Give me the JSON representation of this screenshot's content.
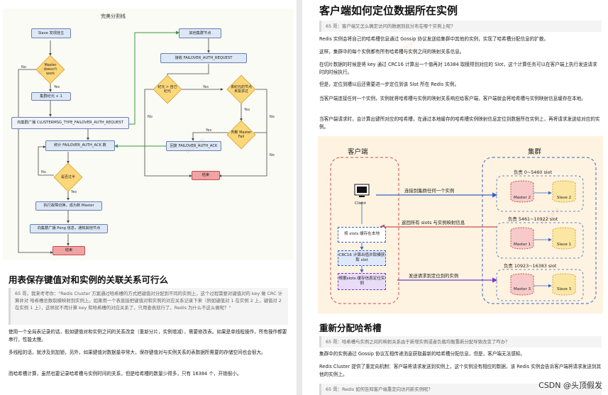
{
  "left": {
    "flow": {
      "title": "完美分割线",
      "nodes": {
        "slave_found": "Slave 发现挂主",
        "master_down": "Master doesn't work",
        "epoch": "集群纪元 + 1",
        "broadcast": "向集群广播 CLUSTERMSG_TYPE_FAILOVER_AUTH_REQUEST",
        "count_ack": "统计 FAILOVER_AUTH_ACK 数",
        "majority": "是否过半",
        "exec_failover": "执行故障切换，成为新 Master",
        "pong": "向集群广播 Pong 信息，通知其他节点",
        "end_left": "结束",
        "other_nodes": "其他集群节点",
        "recv_req": "接收 FAILOVER_AUTH_REQUEST",
        "epoch_cmp": "纪元 > 自己纪元",
        "already_voted": "该纪元的节点未投票过",
        "check_fail": "判断 Master Fail",
        "reply_ack": "回复 FAILOVER_AUTH_ACK",
        "end_right": "结束"
      },
      "labels": {
        "yes": "Yes",
        "no": "No"
      }
    },
    "section_title": "用表保存键值对和实例的关联关系可行么",
    "quote": "65 哥，我来考考你：\"Redis Cluster 方案通过哈希槽的方式把键值对分配到不同的实例上，这个过程需要对键值对的 key 做 CRC 计算并对 哈希槽总数取模映射到实例上。如果用一个表直接把键值对和实例的对应关系记录下来（例如键值对 1 在实例 2 上，键值对 2 在实例 1 上），这样就不用计算 key 和哈希槽的对应关系了，只用查表就行了，Redis 为什么不这么做呢？\"",
    "paragraphs": [
      "使用一个全局表记录的话，假如键值对和实例之间的关系改变（重新分片，实例增减），需要修改表。如果是单线程操作，所有操作都要串行，性能太慢。",
      "多线程的话，就涉及到加锁，另外，如果键值对数据量非常大，保存键值对与实例关系的表数据所需要的存储空间也会很大。",
      "而哈希槽计算，虽然也要记录哈希槽与实例时间的关系，但是哈希槽的数量少得多，只有 16384 个，开销很小。"
    ]
  },
  "right": {
    "section_title": "客户端如何定位数据所在实例",
    "quote": "65 哥：客户端又怎么确定访问的数据到底分布在哪个实例上呢？",
    "paragraphs": [
      "Redis 实例会将自己的哈希槽信息通过 Gossip 协议发送给集群中其他的实例，实现了哈希槽分配信息的扩散。",
      "这样，集群中的每个实例都有所有哈希槽与实例之间的映射关系信息。",
      "在切片数据的时候是将 key 通过 CRC16 计算出一个值再对 16384 取模得到对应的 Slot，这个计算任务可以在客户端上执行发送请求时的时候执行。",
      "但是，定位到槽以后还需要进一步定位到该 Slot 所在 Redis 实例。",
      "当客户端连接任何一个实例，实例就将哈希槽与实例的映射关系响应给客户端，客户端就会将哈希槽与实例映射信息缓存在本地。",
      "当客户端请求时，会计算出键所对应的哈希槽，在通过本地缓存的哈希槽实例映射信息定位到数据所在实例上，再将请求发送给对应的实例。"
    ],
    "diagram": {
      "client_title": "客户端",
      "cluster_title": "集群",
      "client_label": "Client",
      "arrow1": "连接到集群任何一个实例",
      "arrow2": "返回所有 slots 与实例映射信息",
      "arrow3": "发送请求到定位到的实例",
      "box_cache": "将 slots 缓存在本地",
      "box_crc": "CRC16 计算出值并取模获取 slot",
      "box_locate": "根据slots 缓存信息定位实例",
      "ranges": [
        "负责 0~5460 slot",
        "负责 5461~10922 slot",
        "负责 10923~16383 slot"
      ],
      "masters": [
        "Master 2",
        "Master 1",
        "Master 3"
      ],
      "slaves": [
        "Slave 2",
        "Slave 1",
        "Slave 3"
      ]
    },
    "section2_title": "重新分配哈希槽",
    "quote2": "65 哥：哈希槽与实例之间的映射关系由于新增实例或者负载均衡重新分配导致改变了咋办？",
    "paragraphs2": [
      "集群中的实例通过 Gossip 协议互相传递消息获取最新的哈希槽分配信息，但是，客户端无法感知。",
      "Redis Cluster 提供了重定向机制：客户端将请求发送到实例上，这个实例没有相应的数据，该 Redis 实例会告诉客户端将请求发送到其他的实例上。"
    ],
    "quote3": "65 哥：Redis 如何告知客户端重定向访问新实例呢？"
  },
  "watermark": "CSDN @头顶假发",
  "bg_watermark": "码哥字节"
}
